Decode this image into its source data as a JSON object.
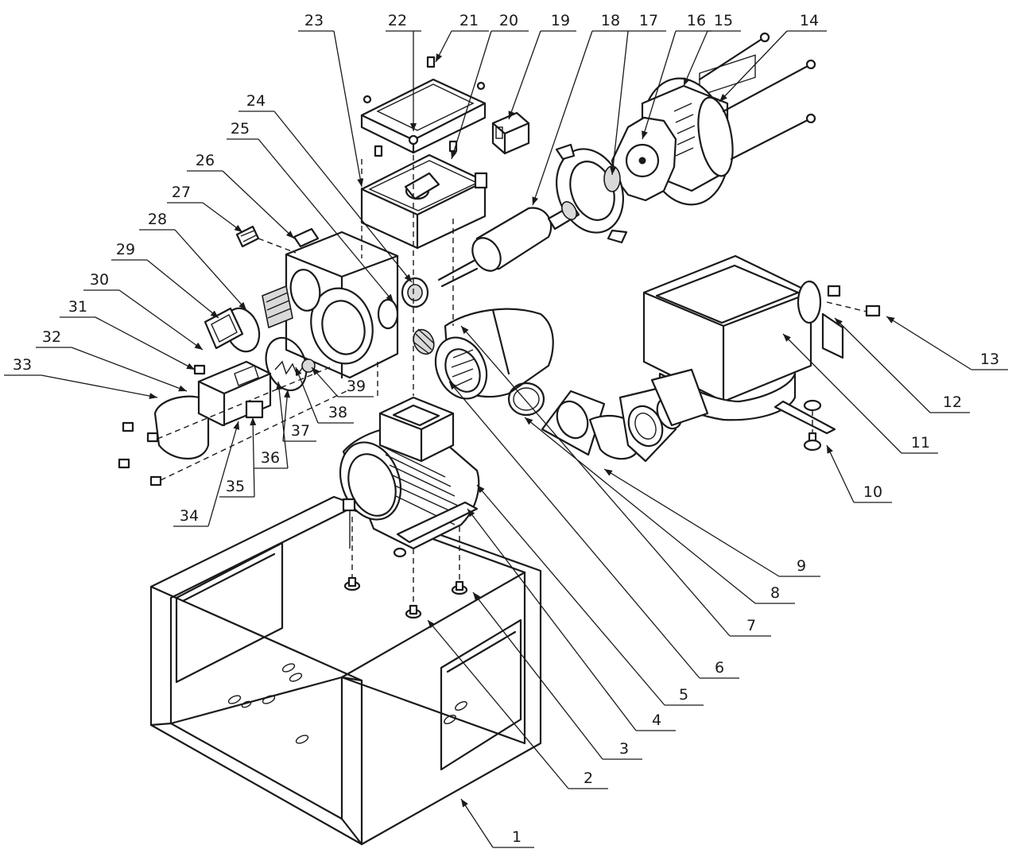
{
  "diagram": {
    "callouts": [
      {
        "number": "1"
      },
      {
        "number": "2"
      },
      {
        "number": "3"
      },
      {
        "number": "4"
      },
      {
        "number": "5"
      },
      {
        "number": "6"
      },
      {
        "number": "7"
      },
      {
        "number": "8"
      },
      {
        "number": "9"
      },
      {
        "number": "10"
      },
      {
        "number": "11"
      },
      {
        "number": "12"
      },
      {
        "number": "13"
      },
      {
        "number": "14"
      },
      {
        "number": "15"
      },
      {
        "number": "16"
      },
      {
        "number": "17"
      },
      {
        "number": "18"
      },
      {
        "number": "19"
      },
      {
        "number": "20"
      },
      {
        "number": "21"
      },
      {
        "number": "22"
      },
      {
        "number": "23"
      },
      {
        "number": "24"
      },
      {
        "number": "25"
      },
      {
        "number": "26"
      },
      {
        "number": "27"
      },
      {
        "number": "28"
      },
      {
        "number": "29"
      },
      {
        "number": "30"
      },
      {
        "number": "31"
      },
      {
        "number": "32"
      },
      {
        "number": "33"
      },
      {
        "number": "34"
      },
      {
        "number": "35"
      },
      {
        "number": "36"
      },
      {
        "number": "37"
      },
      {
        "number": "38"
      },
      {
        "number": "39"
      }
    ]
  }
}
